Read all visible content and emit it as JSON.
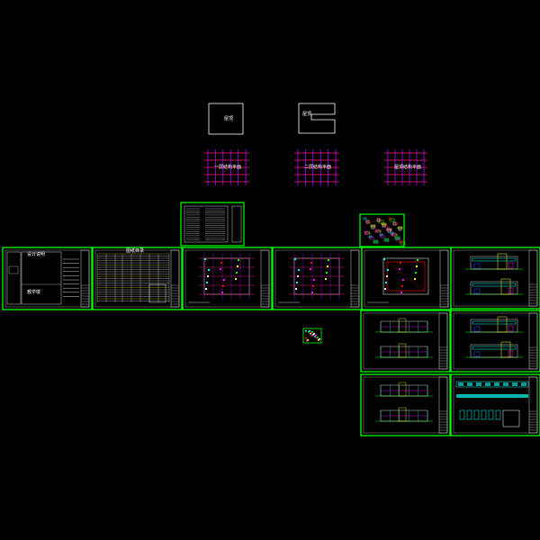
{
  "colors": {
    "background": "#000000",
    "frame": "#00ff00",
    "outline": "#ffffff",
    "grid_h": "#ff2060",
    "grid_v": "#b000ff",
    "cyan": "#00ffff",
    "yellow": "#ffff00",
    "magenta": "#ff00ff",
    "red": "#ff0000",
    "blue": "#2040ff"
  },
  "shapes": {
    "left_label": "屋顶",
    "right_label": "屋顶"
  },
  "grids": {
    "g1_label": "一层结构平面",
    "g2_label": "二层结构平面",
    "g3_label": "屋顶结构平面"
  },
  "sheets": {
    "cover_title": "设计说明",
    "table_title": "图纸目录",
    "notes_title": "教学楼"
  }
}
